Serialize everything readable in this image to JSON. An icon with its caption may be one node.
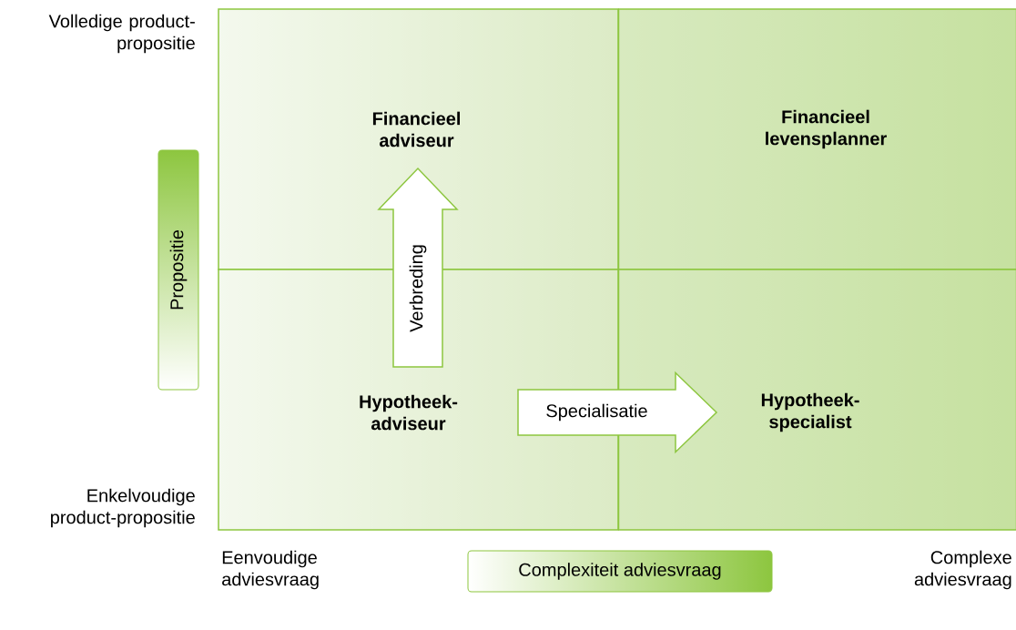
{
  "diagram": {
    "nodes": [
      {
        "text": [
          "Financieel adviseur"
        ]
      },
      {
        "text": [
          "Financieel levensplanner"
        ]
      },
      {
        "text": [
          "Hypotheek-adviseur"
        ]
      },
      {
        "text": [
          "Hypotheek-specialist"
        ]
      },
      {
        "text": [
          "Propositie"
        ]
      },
      {
        "text": [
          "Complexiteit adviesvraag"
        ]
      }
    ],
    "edges": [
      {
        "from": 2,
        "to": 0,
        "arrow": "to",
        "label": "Verbreding"
      },
      {
        "from": 2,
        "to": 3,
        "arrow": "to",
        "label": "Specialisatie"
      }
    ],
    "labels": [
      "Volledige product-propositie",
      "Enkelvoudige product-propositie",
      "Eenvoudige adviesvraag",
      "Complexe adviesvraag"
    ]
  }
}
